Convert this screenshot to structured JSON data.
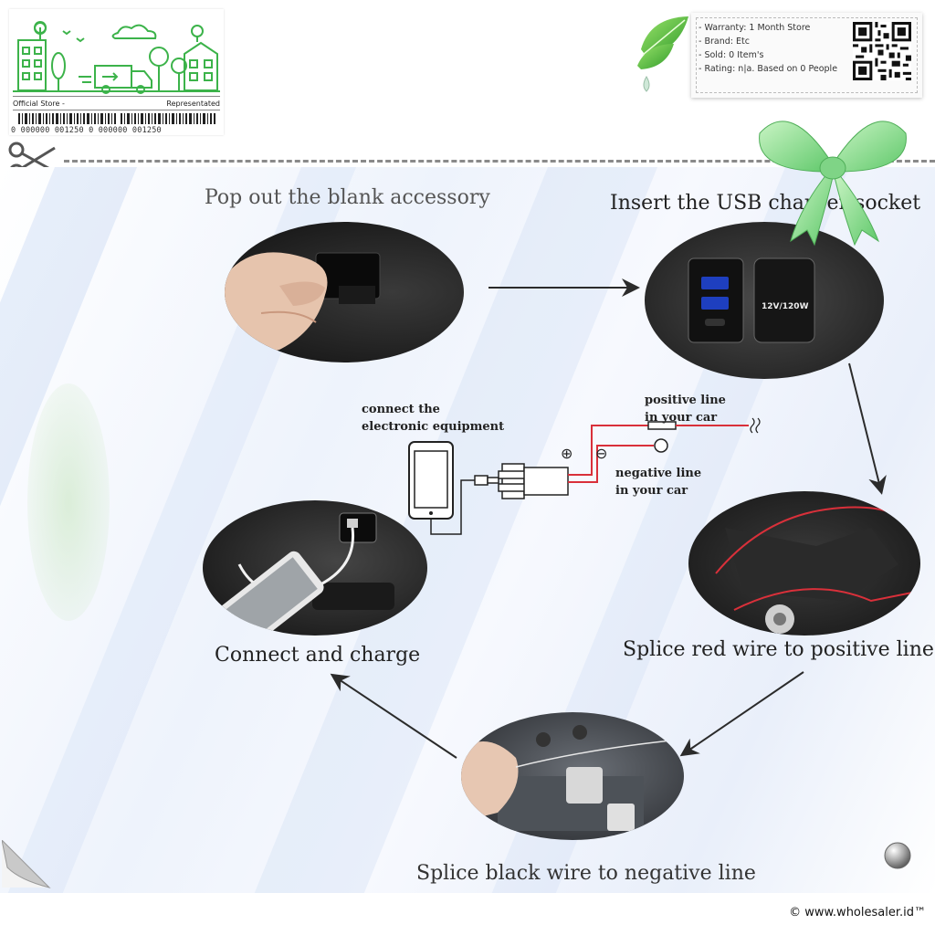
{
  "store_badge": {
    "left_label": "Official Store -",
    "right_label": "Representated",
    "barcode_text": "0 000000 001250 0 000000 001250"
  },
  "info_panel": {
    "items": [
      "- Warranty: 1 Month Store",
      "- Brand: Etc",
      "- Sold: 0 Item's",
      "- Rating: n|a. Based on 0 People"
    ]
  },
  "steps": {
    "step1": "Pop out the blank accessory",
    "step2": "Insert the USB charger socket",
    "step3": "Splice red wire to positive line",
    "step4": "Splice black wire to negative line",
    "step5": "Connect and charge"
  },
  "socket": {
    "label": "12V/120W"
  },
  "wiring": {
    "device_label_1": "connect the",
    "device_label_2": "electronic equipment",
    "positive_label_1": "positive line",
    "positive_label_2": "in your car",
    "negative_label_1": "negative line",
    "negative_label_2": "in your car",
    "plus_symbol": "⊕",
    "minus_symbol": "⊖"
  },
  "footer": {
    "copyright": "© www.wholesaler.id™"
  },
  "colors": {
    "green": "#3cb34a",
    "red_wire": "#d9303a",
    "arrow": "#2b2b2b"
  }
}
